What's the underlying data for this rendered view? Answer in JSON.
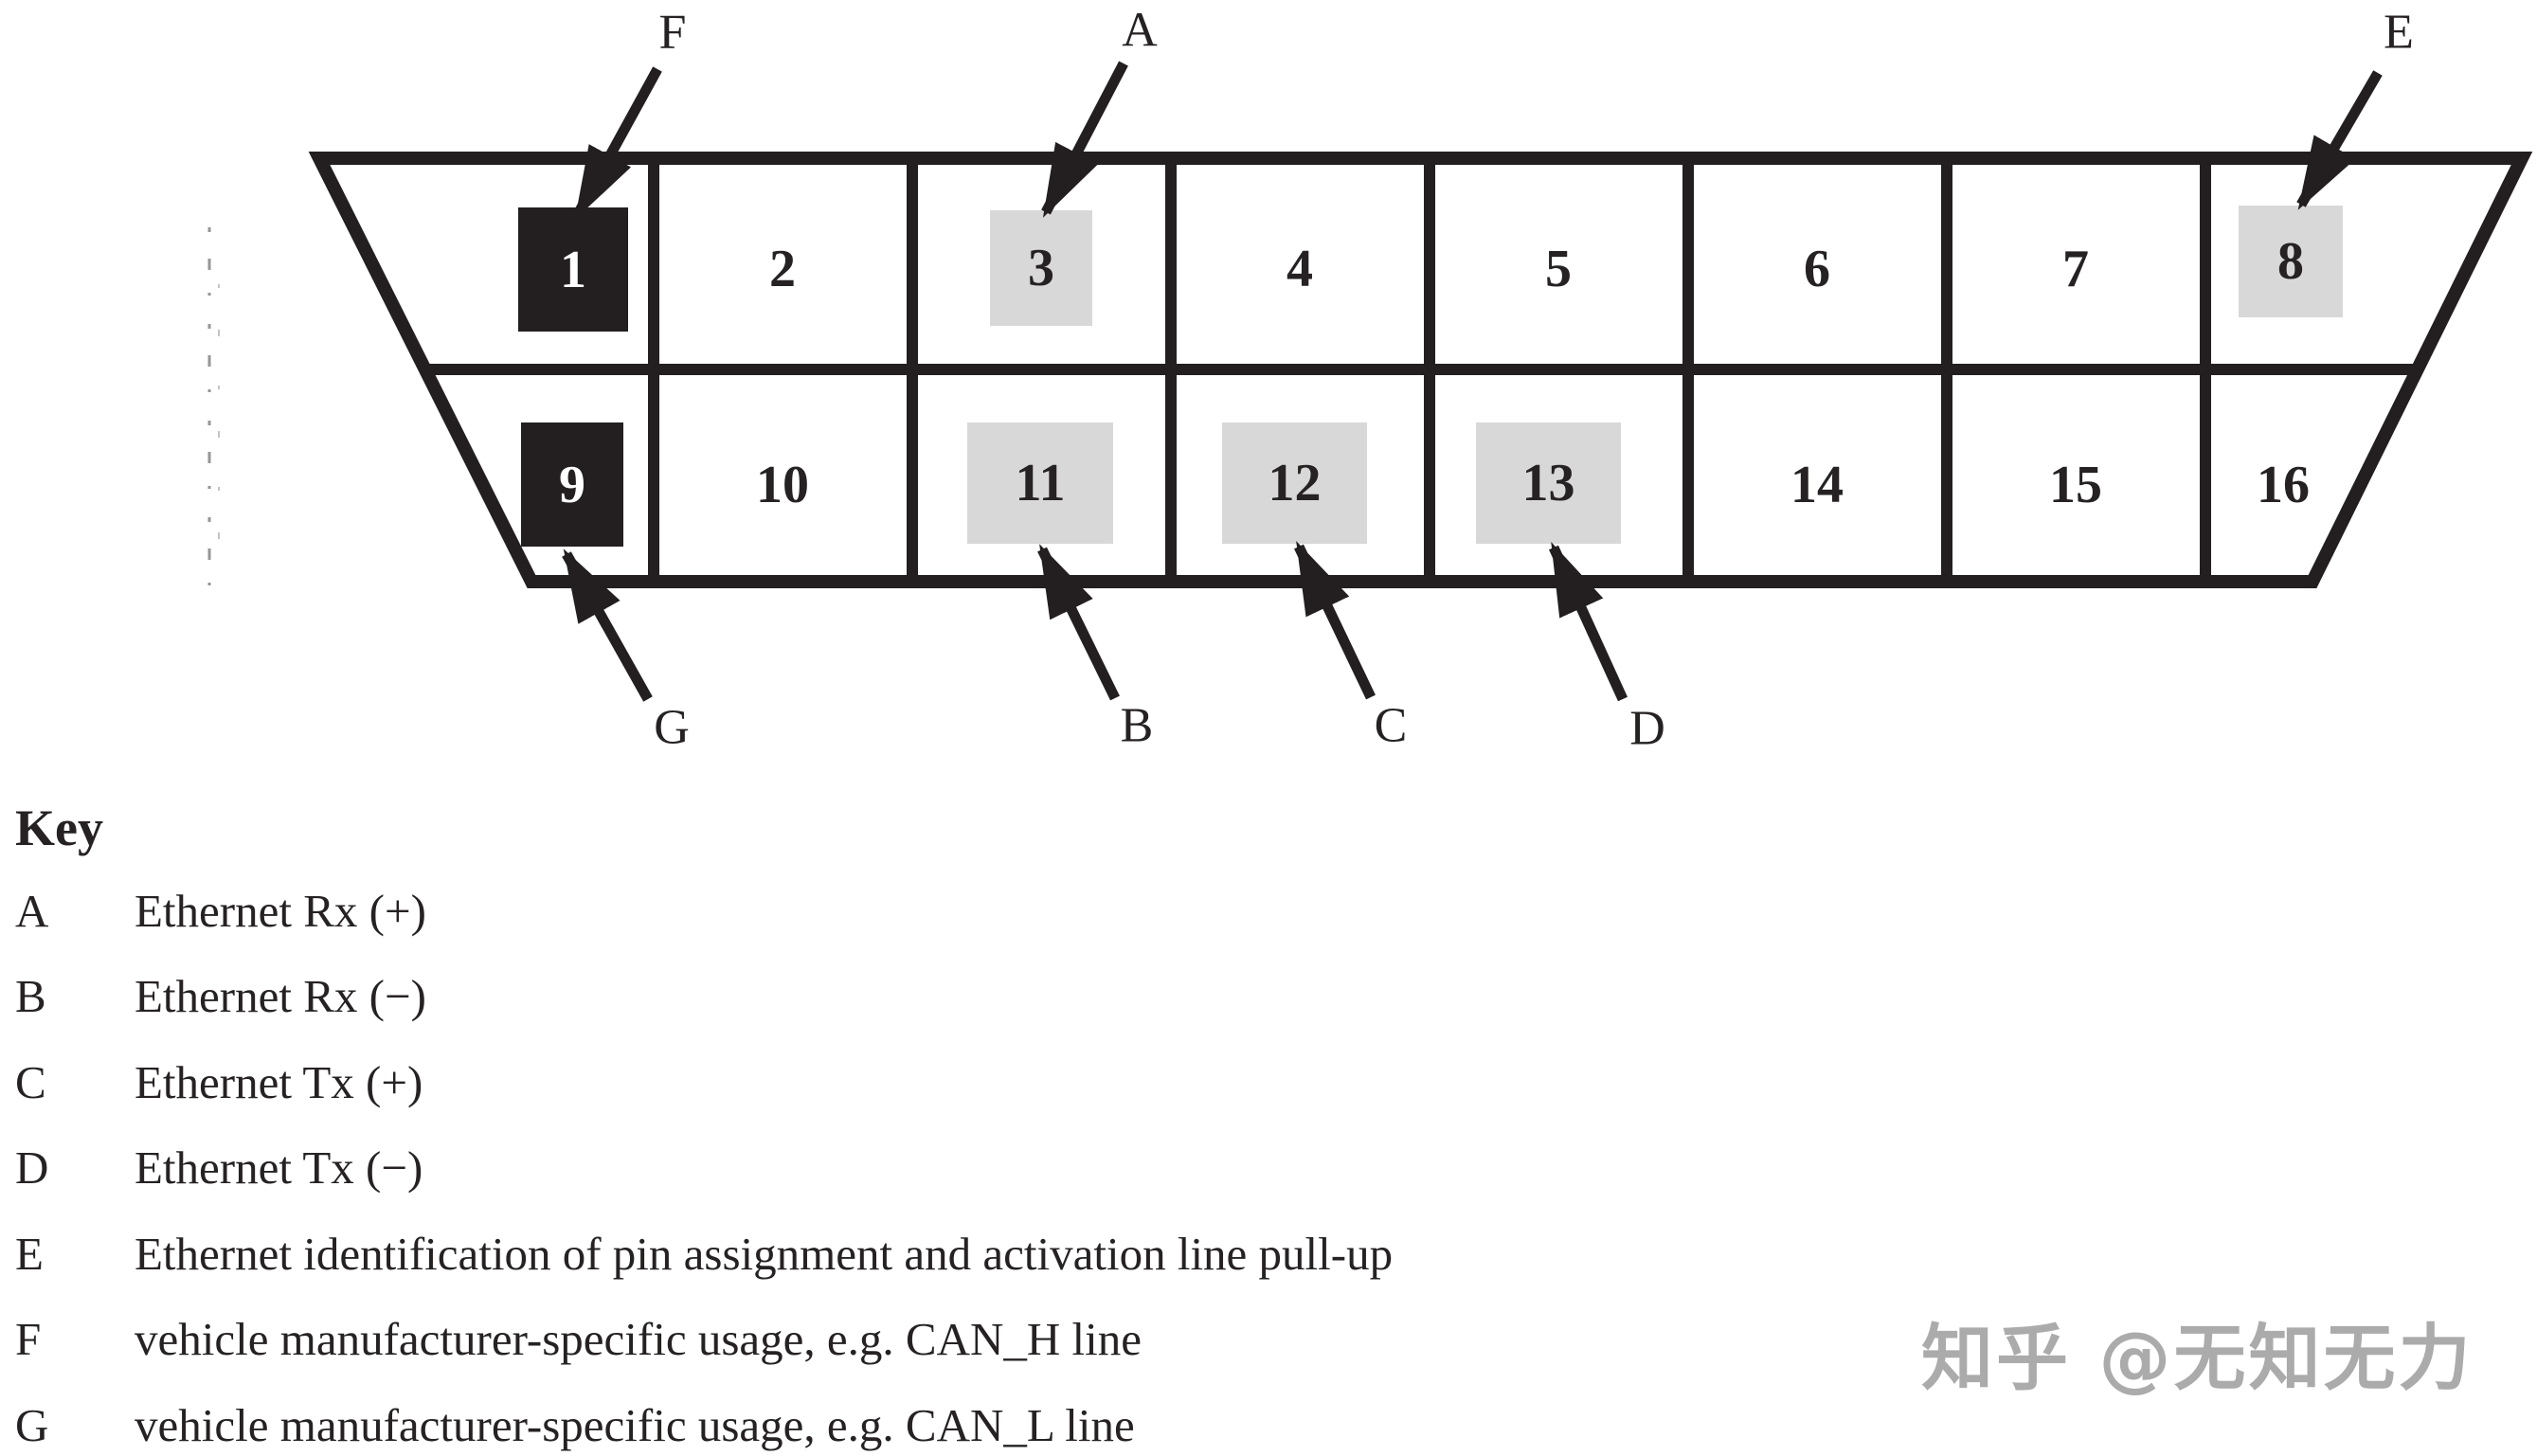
{
  "colors": {
    "line": "#231f20",
    "pin_black_fill": "#231f20",
    "pin_gray_fill": "#d8d8d8",
    "text": "#262223",
    "watermark": "#ababab"
  },
  "connector": {
    "pins": [
      {
        "label": "1",
        "fill": "black"
      },
      {
        "label": "2",
        "fill": "none"
      },
      {
        "label": "3",
        "fill": "gray"
      },
      {
        "label": "4",
        "fill": "none"
      },
      {
        "label": "5",
        "fill": "none"
      },
      {
        "label": "6",
        "fill": "none"
      },
      {
        "label": "7",
        "fill": "none"
      },
      {
        "label": "8",
        "fill": "gray"
      },
      {
        "label": "9",
        "fill": "black"
      },
      {
        "label": "10",
        "fill": "none"
      },
      {
        "label": "11",
        "fill": "gray"
      },
      {
        "label": "12",
        "fill": "gray"
      },
      {
        "label": "13",
        "fill": "gray"
      },
      {
        "label": "14",
        "fill": "none"
      },
      {
        "label": "15",
        "fill": "none"
      },
      {
        "label": "16",
        "fill": "none"
      }
    ],
    "callouts": [
      {
        "label": "F",
        "pin": "1"
      },
      {
        "label": "A",
        "pin": "3"
      },
      {
        "label": "E",
        "pin": "8"
      },
      {
        "label": "G",
        "pin": "9"
      },
      {
        "label": "B",
        "pin": "11"
      },
      {
        "label": "C",
        "pin": "12"
      },
      {
        "label": "D",
        "pin": "13"
      }
    ]
  },
  "key": {
    "title": "Key",
    "entries": [
      {
        "letter": "A",
        "description": "Ethernet Rx (+)"
      },
      {
        "letter": "B",
        "description": "Ethernet Rx (−)"
      },
      {
        "letter": "C",
        "description": "Ethernet Tx (+)"
      },
      {
        "letter": "D",
        "description": "Ethernet Tx (−)"
      },
      {
        "letter": "E",
        "description": "Ethernet identification of pin assignment and activation line pull-up"
      },
      {
        "letter": "F",
        "description": "vehicle manufacturer-specific usage, e.g. CAN_H line"
      },
      {
        "letter": "G",
        "description": "vehicle manufacturer-specific usage, e.g. CAN_L line"
      }
    ]
  },
  "watermark": {
    "text": "知乎 @无知无力"
  }
}
